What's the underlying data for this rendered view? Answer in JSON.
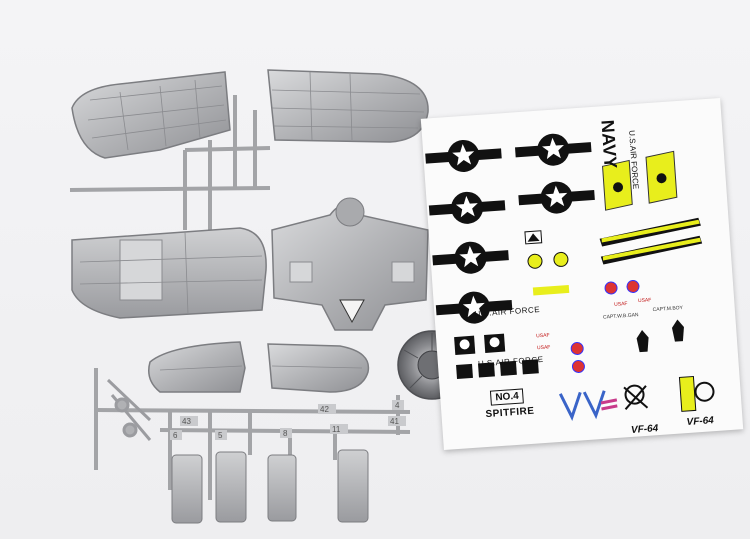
{
  "decal_sheet": {
    "navy_subtitle": "U.S.AIR FORCE",
    "navy": "NAVY",
    "usaf_label_1": "U.S.AIR FORCE",
    "usaf_label_2": "U.S.AIR FORCE",
    "tag_no": "NO.4",
    "tag_name": "SPITFIRE",
    "vf_left": "VF-64",
    "vf_right": "VF-64",
    "small_usaf_1": "USAF",
    "small_usaf_2": "USAF",
    "small_usaf_3": "USAF",
    "small_usaf_4": "USAF",
    "capt_1": "CAPT.W.B.GAN",
    "capt_2": "CAPT.M.BOY"
  },
  "sprue_numbers": [
    "42",
    "43",
    "11",
    "41",
    "6",
    "5",
    "8",
    "4"
  ],
  "colors": {
    "plastic": "#b8b9bc",
    "decal_yellow": "#e8ee1c",
    "background": "#f1f1f3"
  }
}
